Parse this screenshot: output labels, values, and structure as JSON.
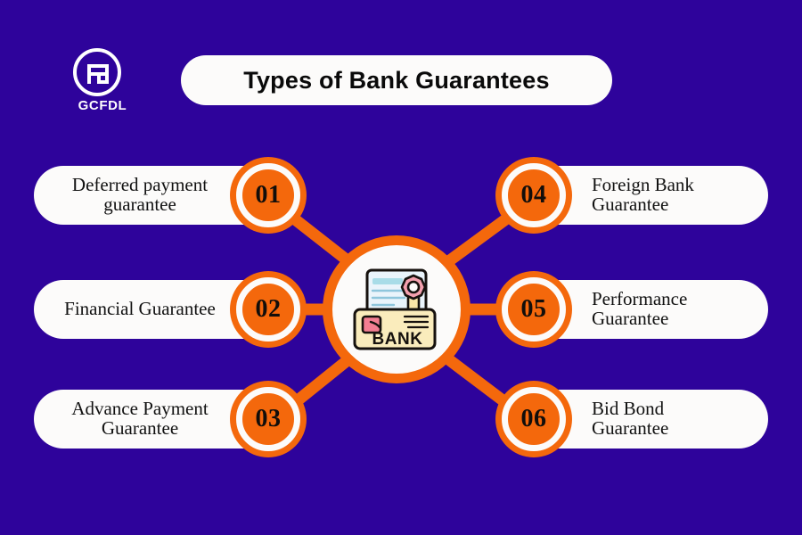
{
  "background_color": "#2E039B",
  "accent_color": "#F4680C",
  "surface_color": "#FCFBFA",
  "brand": {
    "name": "GCFDL",
    "logo_icon": "gcfdl-circle-monogram-icon"
  },
  "header": {
    "title": "Types of Bank Guarantees"
  },
  "center": {
    "icon": "bank-guarantee-certificate-icon",
    "envelope_label": "BANK"
  },
  "items": [
    {
      "number": "01",
      "label": "Deferred payment guarantee",
      "lines": [
        "Deferred payment",
        "guarantee"
      ],
      "side": "left"
    },
    {
      "number": "02",
      "label": "Financial Guarantee",
      "lines": [
        "Financial Guarantee"
      ],
      "side": "left"
    },
    {
      "number": "03",
      "label": "Advance Payment Guarantee",
      "lines": [
        "Advance Payment",
        "Guarantee"
      ],
      "side": "left"
    },
    {
      "number": "04",
      "label": "Foreign Bank Guarantee",
      "lines": [
        "Foreign Bank",
        "Guarantee"
      ],
      "side": "right"
    },
    {
      "number": "05",
      "label": "Performance Guarantee",
      "lines": [
        "Performance",
        "Guarantee"
      ],
      "side": "right"
    },
    {
      "number": "06",
      "label": "Bid Bond Guarantee",
      "lines": [
        "Bid Bond",
        "Guarantee"
      ],
      "side": "right"
    }
  ]
}
